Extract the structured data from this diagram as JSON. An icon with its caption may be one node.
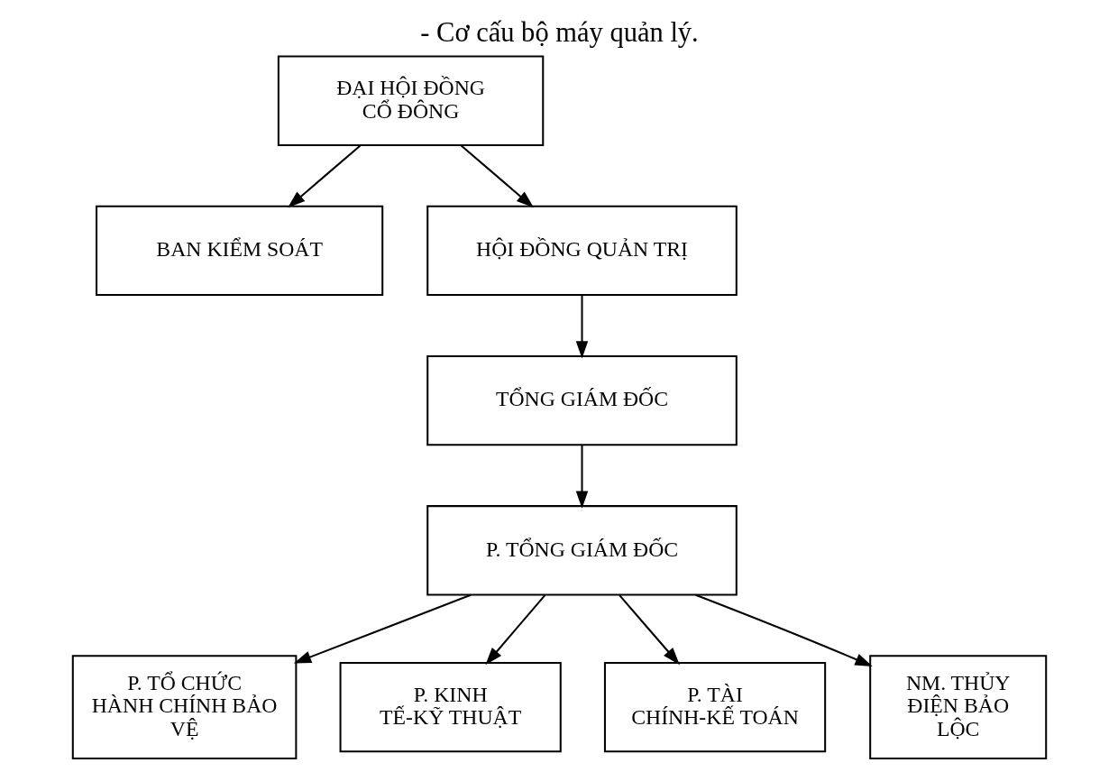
{
  "diagram": {
    "title": "- Cơ cấu bộ máy quản lý.",
    "nodes": [
      {
        "text": [
          "ĐẠI HỘI ĐỒNG CỔ ĐÔNG"
        ]
      },
      {
        "text": [
          "BAN KIỂM SOÁT"
        ]
      },
      {
        "text": [
          "HỘI ĐỒNG QUẢN TRỊ"
        ]
      },
      {
        "text": [
          "TỔNG GIÁM ĐỐC"
        ]
      },
      {
        "text": [
          "P. TỔNG GIÁM ĐỐC"
        ]
      },
      {
        "text": [
          "P. TỔ CHỨC HÀNH CHÍNH BẢO VỆ"
        ]
      },
      {
        "text": [
          "P. KINH TẾ-KỸ THUẬT"
        ]
      },
      {
        "text": [
          "P. TÀI CHÍNH-KẾ TOÁN"
        ]
      },
      {
        "text": [
          "NM. THỦY ĐIỆN BẢO LỘC"
        ]
      }
    ],
    "edges": [
      {
        "from": 0,
        "to": 1,
        "arrow": "to"
      },
      {
        "from": 0,
        "to": 2,
        "arrow": "to"
      },
      {
        "from": 2,
        "to": 3,
        "arrow": "to"
      },
      {
        "from": 3,
        "to": 4,
        "arrow": "to"
      },
      {
        "from": 4,
        "to": 5,
        "arrow": "to"
      },
      {
        "from": 4,
        "to": 6,
        "arrow": "to"
      },
      {
        "from": 4,
        "to": 7,
        "arrow": "to"
      },
      {
        "from": 4,
        "to": 8,
        "arrow": "to"
      }
    ]
  }
}
